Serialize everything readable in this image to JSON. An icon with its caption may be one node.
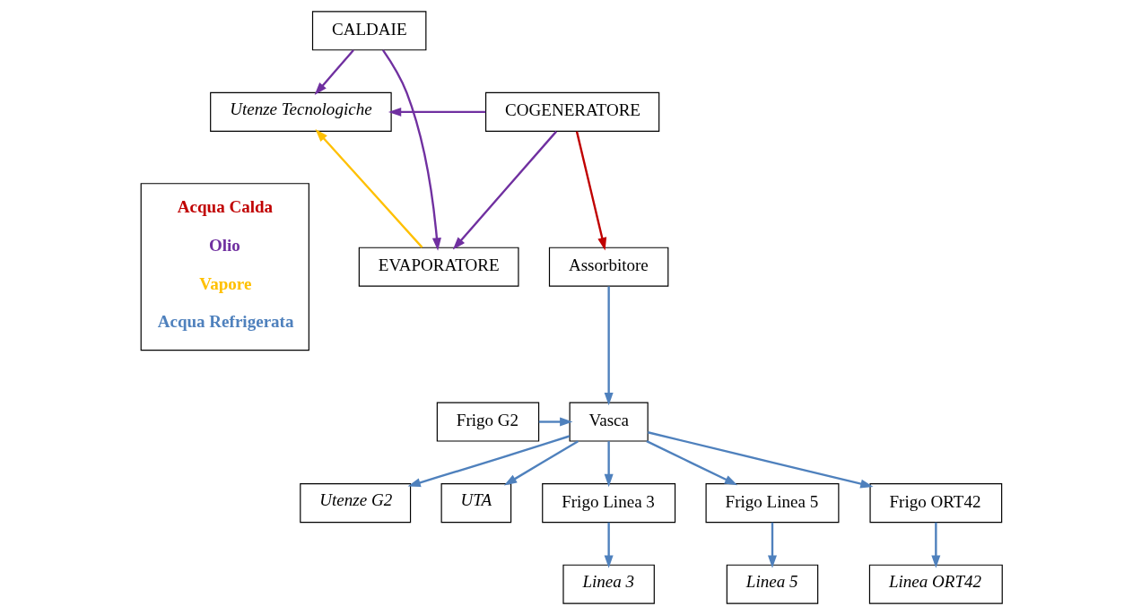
{
  "diagram": {
    "nodes": [
      {
        "text": [
          "CALDAIE"
        ]
      },
      {
        "text": [
          "COGENERATORE"
        ]
      },
      {
        "text": [
          "Utenze Tecnologiche"
        ]
      },
      {
        "text": [
          "EVAPORATORE"
        ]
      },
      {
        "text": [
          "Assorbitore"
        ]
      },
      {
        "text": [
          "Vasca"
        ]
      },
      {
        "text": [
          "Frigo G2"
        ]
      },
      {
        "text": [
          "Utenze G2"
        ]
      },
      {
        "text": [
          "UTA"
        ]
      },
      {
        "text": [
          "Frigo Linea 3"
        ]
      },
      {
        "text": [
          "Frigo Linea 5"
        ]
      },
      {
        "text": [
          "Frigo ORT42"
        ]
      },
      {
        "text": [
          "Linea 3"
        ]
      },
      {
        "text": [
          "Linea 5"
        ]
      },
      {
        "text": [
          "Linea ORT42"
        ]
      }
    ],
    "edges": [
      {
        "from": 0,
        "to": 2,
        "arrow": "to",
        "color": "#7030a0"
      },
      {
        "from": 0,
        "to": 3,
        "arrow": "to",
        "color": "#7030a0"
      },
      {
        "from": 1,
        "to": 2,
        "arrow": "to",
        "color": "#7030a0"
      },
      {
        "from": 1,
        "to": 3,
        "arrow": "to",
        "color": "#7030a0"
      },
      {
        "from": 1,
        "to": 4,
        "arrow": "to",
        "color": "#c00000"
      },
      {
        "from": 3,
        "to": 2,
        "arrow": "to",
        "color": "#ffc000"
      },
      {
        "from": 4,
        "to": 5,
        "arrow": "to"
      },
      {
        "from": 6,
        "to": 5,
        "arrow": "to"
      },
      {
        "from": 5,
        "to": 7,
        "arrow": "to"
      },
      {
        "from": 5,
        "to": 8,
        "arrow": "to"
      },
      {
        "from": 5,
        "to": 9,
        "arrow": "to"
      },
      {
        "from": 5,
        "to": 10,
        "arrow": "to"
      },
      {
        "from": 5,
        "to": 11,
        "arrow": "to"
      },
      {
        "from": 9,
        "to": 12,
        "arrow": "to"
      },
      {
        "from": 10,
        "to": 13,
        "arrow": "to"
      },
      {
        "from": 11,
        "to": 14,
        "arrow": "to"
      }
    ],
    "legend": [
      {
        "text": "Acqua Calda",
        "color": "#c00000"
      },
      {
        "text": "Olio",
        "color": "#7030a0"
      },
      {
        "text": "Vapore",
        "color": "#ffc000"
      },
      {
        "text": "Acqua Refrigerata",
        "color": "#4f81bd"
      }
    ]
  }
}
